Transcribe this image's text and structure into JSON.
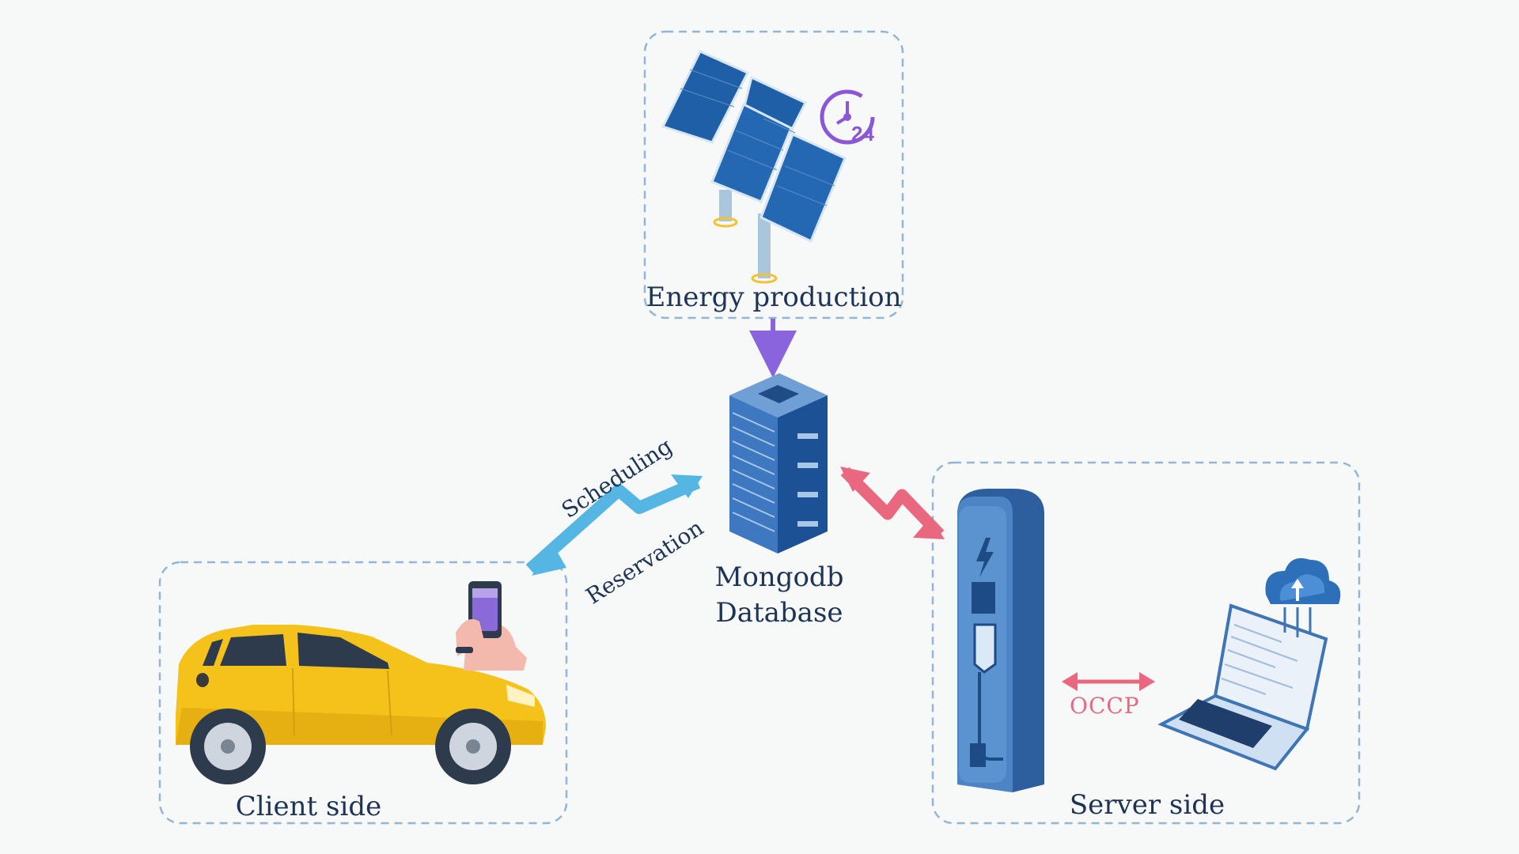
{
  "nodes": {
    "energy": {
      "label": "Energy production"
    },
    "database": {
      "label_line1": "Mongodb",
      "label_line2": "Database"
    },
    "client": {
      "label": "Client side"
    },
    "server": {
      "label": "Server side"
    }
  },
  "edges": {
    "scheduling": "Scheduling",
    "reservation": "Reservation",
    "occp": "OCCP"
  },
  "badge_24": "24",
  "colors": {
    "box_border": "#93b6d6",
    "text": "#1d3456",
    "arrow_blue": "#55b6e4",
    "arrow_red": "#e9687f",
    "arrow_purple": "#8a64dd",
    "panel_blue": "#1f5fa8",
    "car_yellow": "#f4c21b",
    "charger_blue": "#3d75b5"
  }
}
